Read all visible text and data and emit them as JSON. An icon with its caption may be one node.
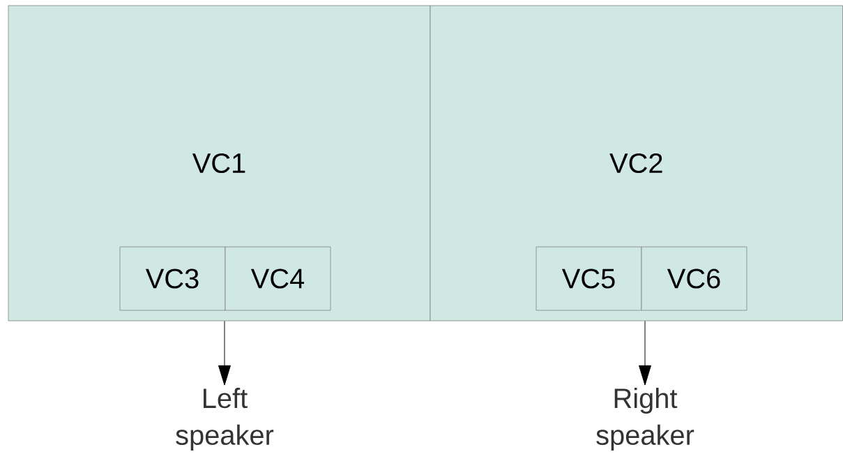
{
  "diagram": {
    "nodes": [
      {
        "text": [
          "VC1"
        ]
      },
      {
        "text": [
          "VC2"
        ]
      },
      {
        "text": [
          "VC3"
        ],
        "in": 0
      },
      {
        "text": [
          "VC4"
        ],
        "in": 0
      },
      {
        "text": [
          "VC5"
        ],
        "in": 1
      },
      {
        "text": [
          "VC6"
        ],
        "in": 1
      },
      {
        "text": [
          "Left speaker"
        ]
      },
      {
        "text": [
          "Right speaker"
        ]
      }
    ],
    "edges": [
      {
        "from": 0,
        "to": 6,
        "arrow": "to"
      },
      {
        "from": 1,
        "to": 7,
        "arrow": "to"
      }
    ]
  }
}
